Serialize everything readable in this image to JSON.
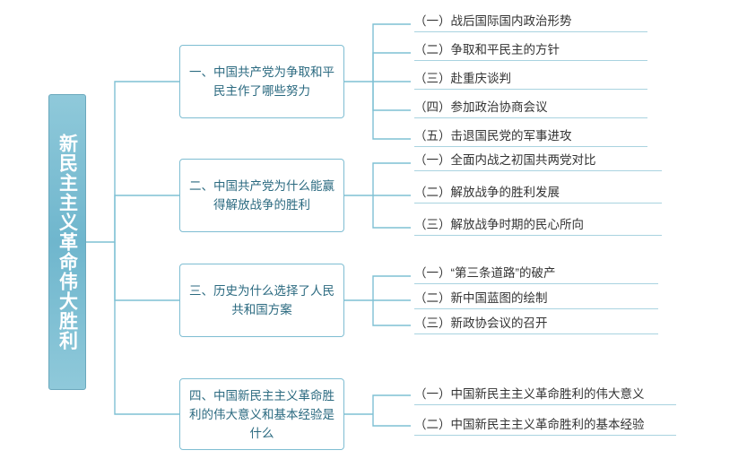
{
  "root": {
    "label": "新民主主义革命伟大胜利"
  },
  "branches": [
    {
      "title": "一、中国共产党为争取和平民主作了哪些努力",
      "children": [
        "（一）战后国际国内政治形势",
        "（二）争取和平民主的方针",
        "（三）赴重庆谈判",
        "（四）参加政治协商会议",
        "（五）击退国民党的军事进攻"
      ]
    },
    {
      "title": "二、中国共产党为什么能赢得解放战争的胜利",
      "children": [
        "（一）全面内战之初国共两党对比",
        "（二）解放战争的胜利发展",
        "（三）解放战争时期的民心所向"
      ]
    },
    {
      "title": "三、历史为什么选择了人民共和国方案",
      "children": [
        "（一）“第三条道路”的破产",
        "（二）新中国蓝图的绘制",
        "（三）新政协会议的召开"
      ]
    },
    {
      "title": "四、中国新民主主义革命胜利的伟大意义和基本经验是什么",
      "children": [
        "（一）中国新民主主义革命胜利的伟大意义",
        "（二）中国新民主主义革命胜利的基本经验"
      ]
    }
  ],
  "colors": {
    "root_fill": "#7ec0d4",
    "branch_border": "#7ebdd2",
    "branch_text": "#2b6a80",
    "line": "#7fc0d4",
    "leaf_underline": "#a9d3e0",
    "leaf_text": "#333333"
  }
}
